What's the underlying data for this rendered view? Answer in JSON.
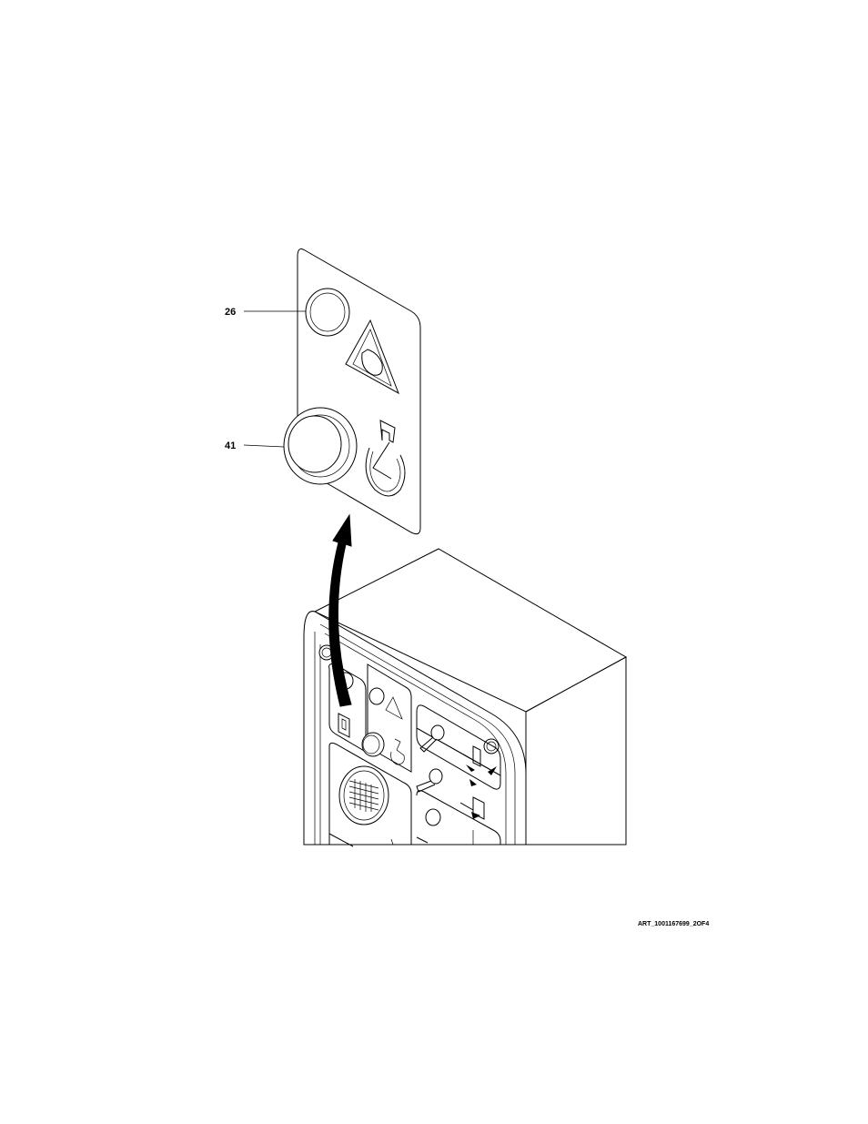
{
  "callouts": [
    {
      "label": "26"
    },
    {
      "label": "41"
    }
  ],
  "art_id": "ART_1001167699_2OF4",
  "icons": {
    "decal_symbol_top": "engine-warning-triangle-icon",
    "decal_symbol_bottom": "engine-start-icon"
  }
}
